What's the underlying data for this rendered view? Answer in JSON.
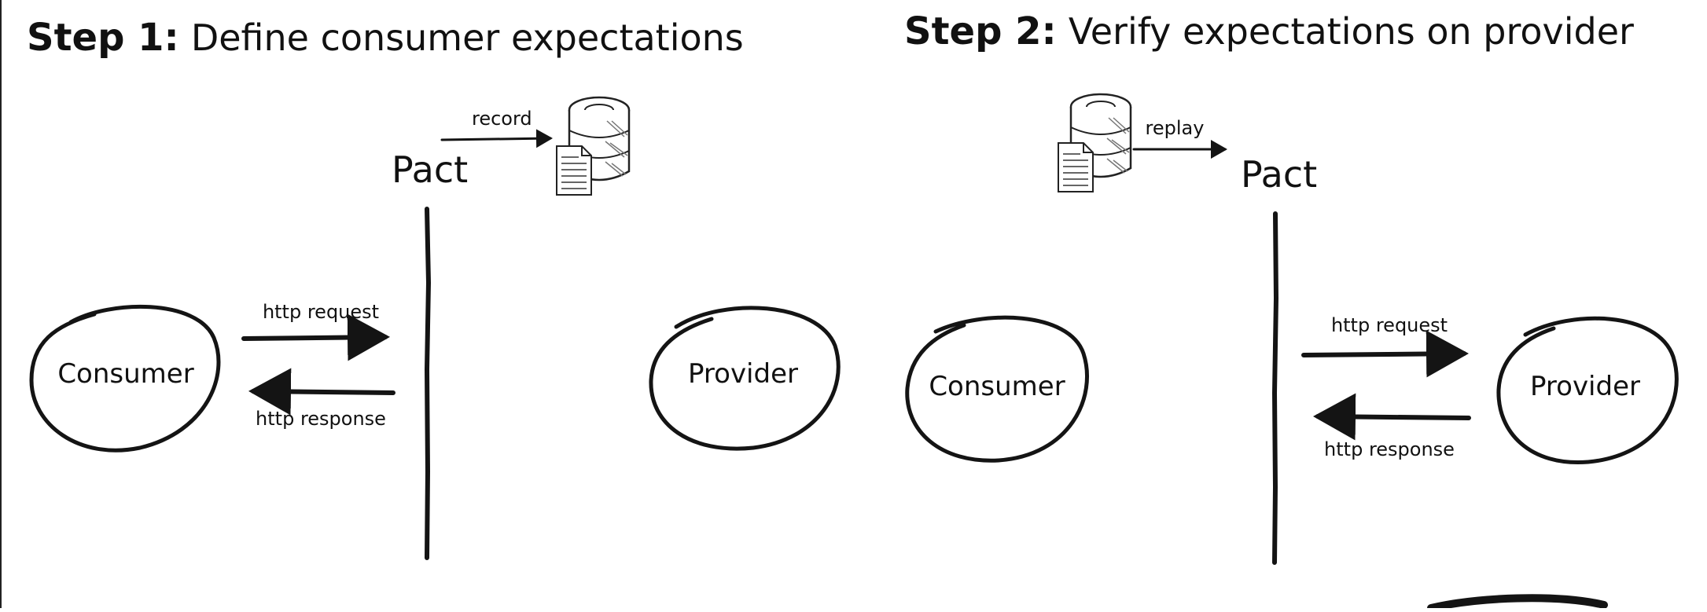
{
  "step1": {
    "label": "Step 1:",
    "text": "Define consumer expectations",
    "pact": "Pact",
    "record": "record",
    "consumer": "Consumer",
    "provider": "Provider",
    "request": "http request",
    "response": "http response"
  },
  "step2": {
    "label": "Step 2:",
    "text": "Verify expectations on provider",
    "pact": "Pact",
    "replay": "replay",
    "consumer": "Consumer",
    "provider": "Provider",
    "request": "http request",
    "response": "http response"
  },
  "icons": [
    "database-icon",
    "document-icon"
  ]
}
